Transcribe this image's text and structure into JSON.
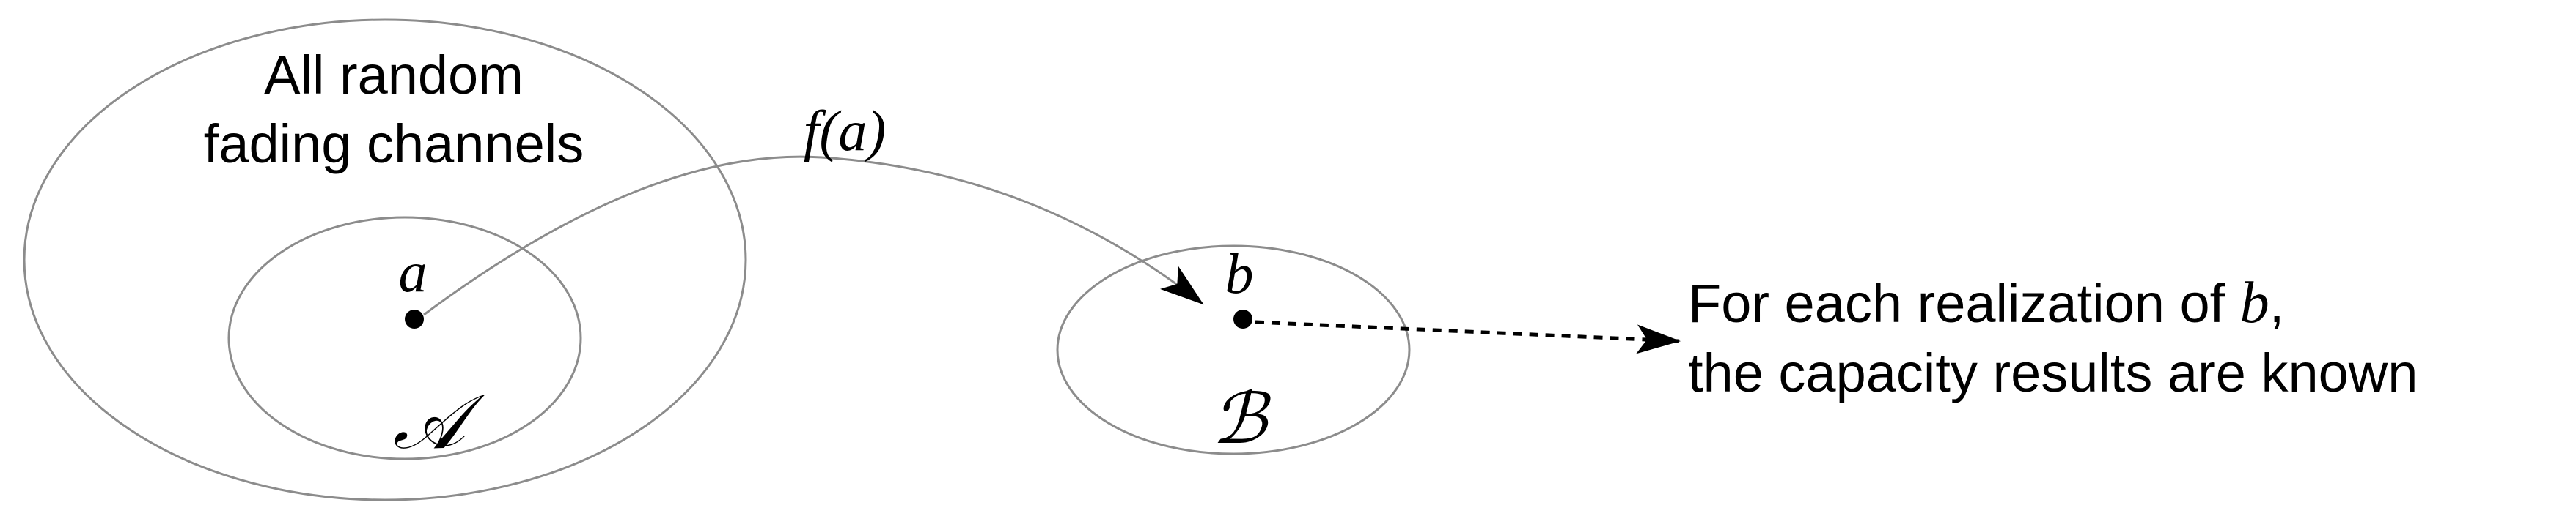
{
  "outer_set": {
    "label_line1": "All random",
    "label_line2": "fading channels"
  },
  "set_a": {
    "point_label": "a",
    "set_label": "𝒜"
  },
  "set_b": {
    "point_label": "b",
    "set_label": "ℬ"
  },
  "mapping": {
    "label": "f(a)"
  },
  "note": {
    "line1_prefix": "For each realization of ",
    "line1_var": "b",
    "line1_suffix": ",",
    "line2": "the capacity results are known"
  },
  "colors": {
    "stroke": "#8c8c8c",
    "ink": "#000000"
  }
}
